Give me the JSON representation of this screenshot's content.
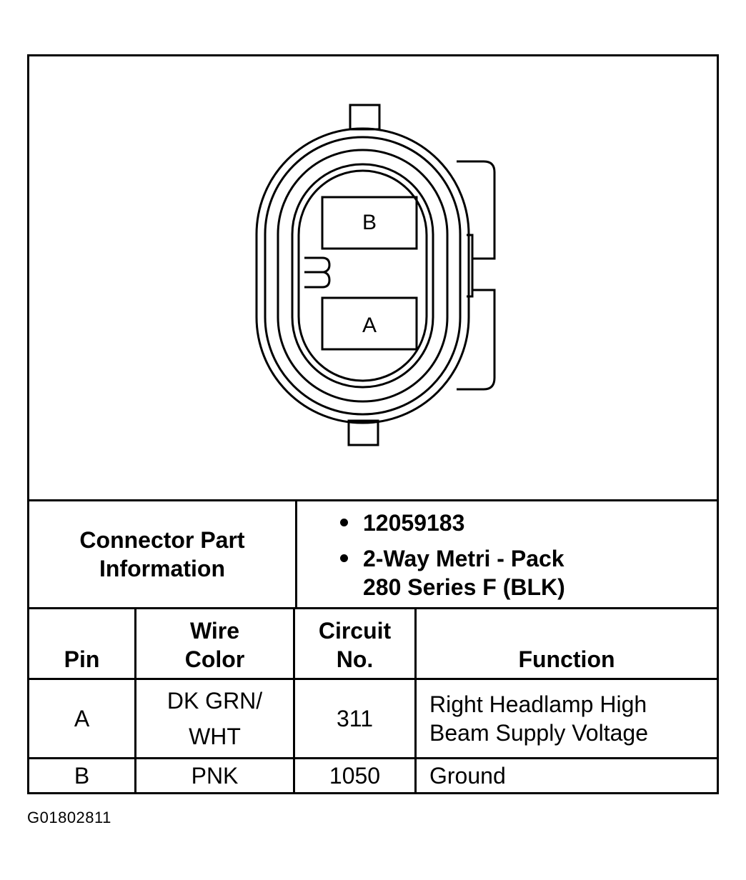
{
  "connector": {
    "pins": [
      {
        "label": "B"
      },
      {
        "label": "A"
      }
    ]
  },
  "info": {
    "label_line1": "Connector Part",
    "label_line2": "Information",
    "items": [
      {
        "line1": "12059183",
        "line2": ""
      },
      {
        "line1": "2-Way Metri - Pack",
        "line2": "280 Series F (BLK)"
      }
    ]
  },
  "table": {
    "headers": {
      "pin": "Pin",
      "wire_line1": "Wire",
      "wire_line2": "Color",
      "circuit_line1": "Circuit",
      "circuit_line2": "No.",
      "function": "Function"
    },
    "rows": [
      {
        "pin": "A",
        "wire_line1": "DK GRN/",
        "wire_line2": "WHT",
        "circuit": "311",
        "function_line1": "Right Headlamp High",
        "function_line2": "Beam Supply Voltage"
      },
      {
        "pin": "B",
        "wire_line1": "PNK",
        "wire_line2": "",
        "circuit": "1050",
        "function_line1": "Ground",
        "function_line2": ""
      }
    ]
  },
  "caption": "G01802811"
}
